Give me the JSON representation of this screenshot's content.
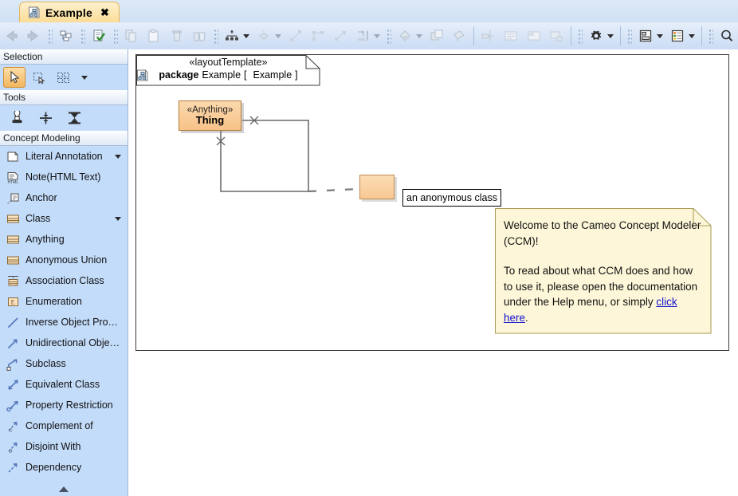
{
  "window": {
    "tab": {
      "title": "Example",
      "icon": "diagram-icon",
      "close_label": "✖"
    }
  },
  "toolbar": {
    "groups": [
      {
        "items": [
          {
            "name": "back-icon",
            "enabled": false
          },
          {
            "name": "forward-icon",
            "enabled": false
          }
        ]
      },
      {
        "items": [
          {
            "name": "select-in-containment-tree-icon",
            "enabled": true
          }
        ]
      },
      {
        "items": [
          {
            "name": "validate-icon",
            "enabled": true
          }
        ]
      },
      {
        "items": [
          {
            "name": "copy-icon",
            "enabled": false
          },
          {
            "name": "paste-icon",
            "enabled": false
          },
          {
            "name": "delete-icon",
            "enabled": false
          },
          {
            "name": "delete-from-model-icon",
            "enabled": false
          }
        ]
      },
      {
        "items": [
          {
            "name": "generalization-tree-icon",
            "enabled": true,
            "dropdown": true
          },
          {
            "name": "rectilinear-path-icon",
            "enabled": false,
            "dropdown": true
          },
          {
            "name": "oblique-path-icon",
            "enabled": false
          },
          {
            "name": "tree-path-icon",
            "enabled": false
          },
          {
            "name": "bezier-path-icon",
            "enabled": false
          },
          {
            "name": "line-style-icon",
            "enabled": false,
            "dropdown": true
          }
        ]
      },
      {
        "items": [
          {
            "name": "fill-color-icon",
            "enabled": false,
            "dropdown": true
          },
          {
            "name": "bring-to-front-icon",
            "enabled": false
          },
          {
            "name": "format-painter-icon",
            "enabled": false
          }
        ]
      },
      {
        "items": [
          {
            "name": "align-icon",
            "enabled": false
          },
          {
            "name": "layout-grid-icon",
            "enabled": false
          },
          {
            "name": "layout-columns-icon",
            "enabled": false
          },
          {
            "name": "fit-shape-icon",
            "enabled": false
          }
        ]
      },
      {
        "items": [
          {
            "name": "gear-icon",
            "enabled": true,
            "dropdown": true
          }
        ]
      },
      {
        "items": [
          {
            "name": "panes-icon",
            "enabled": true,
            "dropdown": true
          },
          {
            "name": "legend-icon",
            "enabled": true,
            "dropdown": true
          }
        ]
      },
      {
        "items": [
          {
            "name": "search-icon",
            "enabled": true
          }
        ]
      }
    ]
  },
  "palette": {
    "sections": [
      {
        "title": "Selection",
        "tools": [
          {
            "name": "cursor-tool",
            "selected": true
          },
          {
            "name": "marquee-select-tool",
            "selected": false
          },
          {
            "name": "multi-select-tool",
            "selected": false,
            "dropdown": true
          }
        ]
      },
      {
        "title": "Tools",
        "tools": [
          {
            "name": "stamp-tool"
          },
          {
            "name": "align-center-tool"
          },
          {
            "name": "distribute-tool"
          }
        ]
      }
    ],
    "concept_modeling": {
      "title": "Concept Modeling",
      "items": [
        {
          "label": "Literal Annotation",
          "icon": "literal-annotation-icon",
          "dropdown": true
        },
        {
          "label": "Note(HTML Text)",
          "icon": "note-html-icon",
          "dropdown": false
        },
        {
          "label": "Anchor",
          "icon": "anchor-icon",
          "dropdown": false
        },
        {
          "label": "Class",
          "icon": "class-icon",
          "dropdown": true
        },
        {
          "label": "Anything",
          "icon": "anything-icon",
          "dropdown": false
        },
        {
          "label": "Anonymous Union",
          "icon": "anonymous-union-icon",
          "dropdown": false
        },
        {
          "label": "Association Class",
          "icon": "association-class-icon",
          "dropdown": false
        },
        {
          "label": "Enumeration",
          "icon": "enumeration-icon",
          "dropdown": false
        },
        {
          "label": "Inverse Object Pro…",
          "icon": "inverse-object-property-icon",
          "dropdown": false
        },
        {
          "label": "Unidirectional Obje…",
          "icon": "unidirectional-object-icon",
          "dropdown": false
        },
        {
          "label": "Subclass",
          "icon": "subclass-icon",
          "dropdown": false
        },
        {
          "label": "Equivalent Class",
          "icon": "equivalent-class-icon",
          "dropdown": false
        },
        {
          "label": "Property Restriction",
          "icon": "property-restriction-icon",
          "dropdown": false
        },
        {
          "label": "Complement of",
          "icon": "complement-of-icon",
          "dropdown": false
        },
        {
          "label": "Disjoint With",
          "icon": "disjoint-with-icon",
          "dropdown": false
        },
        {
          "label": "Dependency",
          "icon": "dependency-icon",
          "dropdown": false
        }
      ]
    },
    "scroll_up": "▲"
  },
  "diagram": {
    "package_header": {
      "stereotype": "«layoutTemplate»",
      "keyword": "package",
      "name": "Example",
      "bracket_open": "[",
      "inner_icon": "diagram-icon",
      "inner_name": "Example",
      "bracket_close": "]"
    },
    "thing_class": {
      "stereotype": "«Anything»",
      "name": "Thing"
    },
    "anonymous_class": {
      "label": "an anonymous class"
    },
    "note": {
      "paragraph1": "Welcome to the Cameo Concept Modeler (CCM)!",
      "paragraph2_before": "To read about what CCM does and how to use it, please open the documentation under the Help menu, or simply ",
      "link_text": "click here",
      "paragraph2_after": "."
    }
  },
  "colors": {
    "tab_accent": "#f0a830",
    "palette_bg": "#c3dcfa",
    "class_fill": "#f8c288",
    "note_fill": "#fdf6d8",
    "link": "#1414cf"
  }
}
